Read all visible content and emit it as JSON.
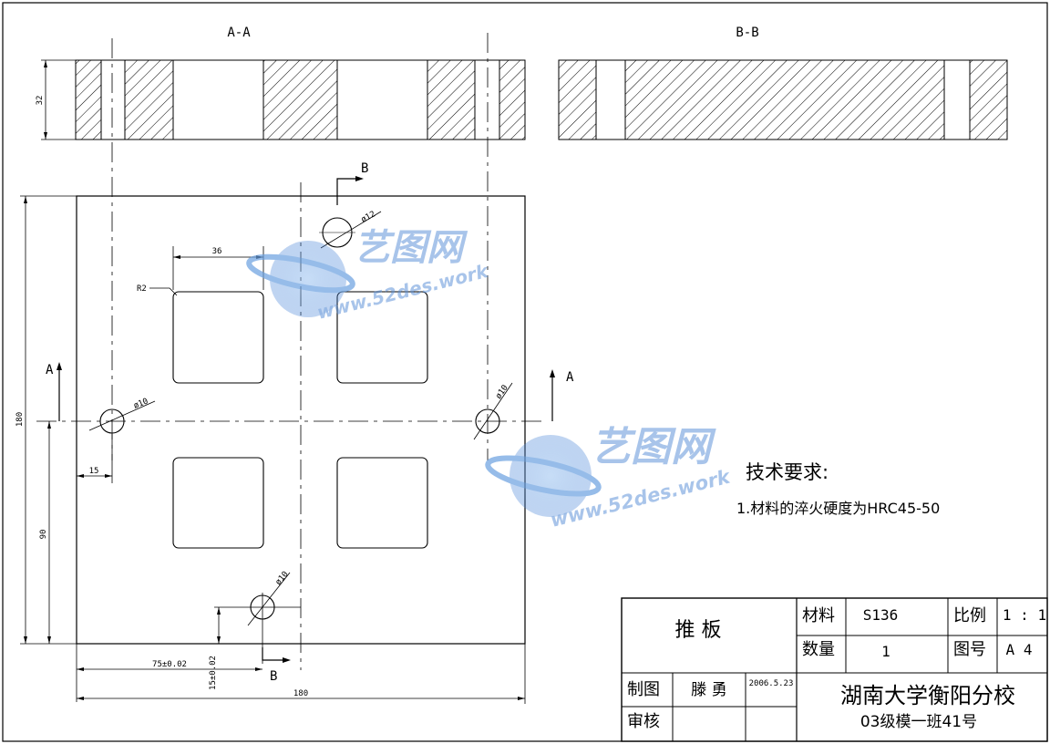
{
  "sections": {
    "aa_label": "A-A",
    "bb_label": "B-B",
    "a_marker": "A",
    "b_marker": "B"
  },
  "dimensions": {
    "thickness": "32",
    "width_36": "36",
    "radius": "R2",
    "dia_12": "ø12",
    "dia_10_left": "ø10",
    "dia_10_right": "ø10",
    "dia_10_bottom": "ø10",
    "offset_15": "15",
    "height_90": "90",
    "height_180": "180",
    "width_180": "180",
    "pos_75": "75±0.02",
    "pos_15": "15±0.02"
  },
  "tech": {
    "title": "技术要求:",
    "note1": "1.材料的淬火硬度为HRC45-50"
  },
  "titleblock": {
    "part_name": "推  板",
    "material_label": "材料",
    "material_value": "S136",
    "scale_label": "比例",
    "scale_value": "1 : 1",
    "qty_label": "数量",
    "qty_value": "1",
    "drawing_no_label": "图号",
    "drawing_no_value": "A 4",
    "drawn_label": "制图",
    "drawn_by": "滕  勇",
    "date": "2006.5.23",
    "check_label": "审核",
    "school": "湖南大学衡阳分校",
    "class": "03级模一班41号"
  },
  "watermark": {
    "brand": "艺图网",
    "url": "www.52des.work"
  }
}
